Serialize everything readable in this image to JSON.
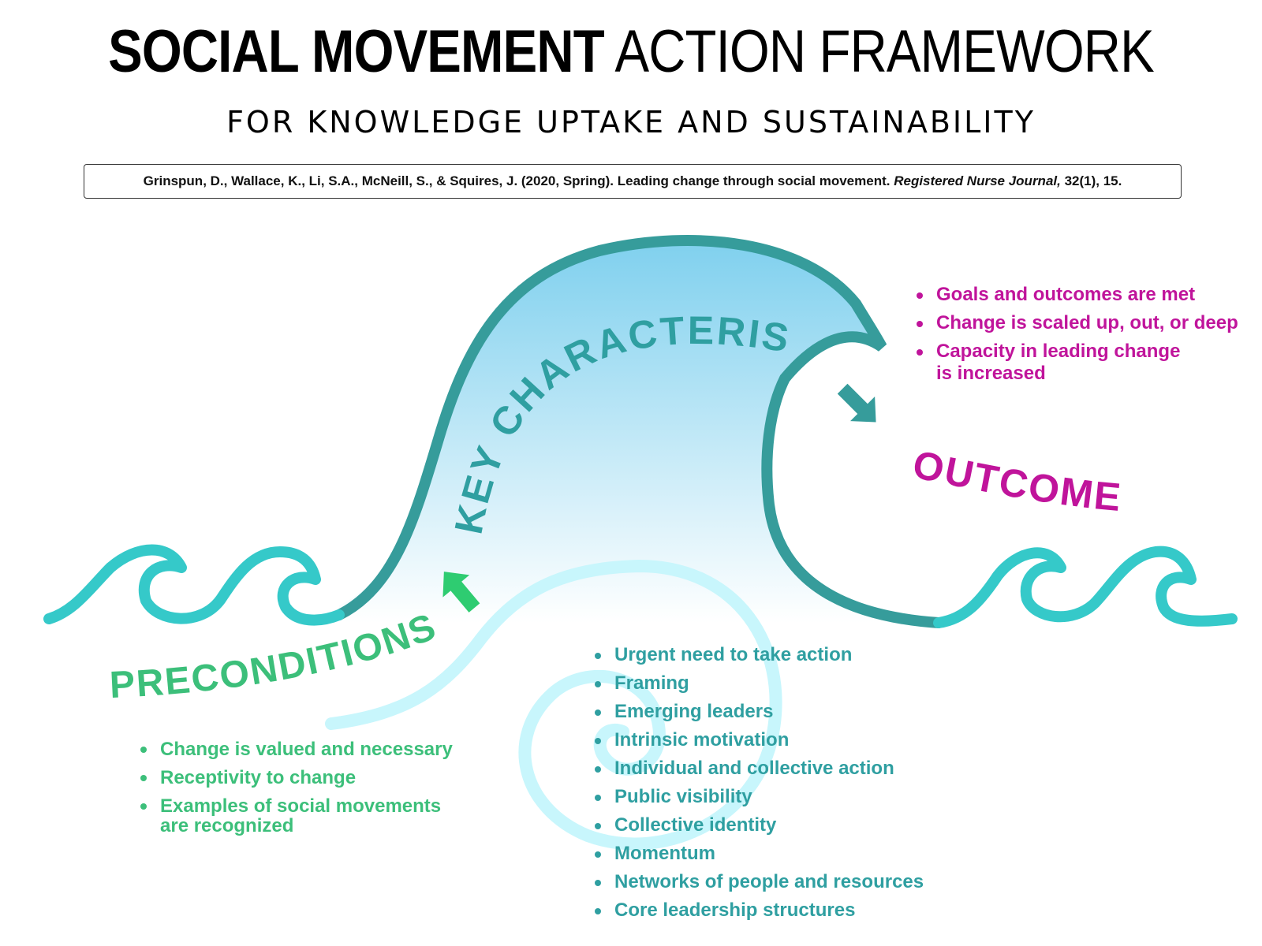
{
  "title": {
    "bold": "SOCIAL MOVEMENT",
    "light": "ACTION FRAMEWORK"
  },
  "subtitle": "FOR KNOWLEDGE UPTAKE AND SUSTAINABILITY",
  "citation": {
    "text": "Grinspun, D., Wallace, K., Li, S.A., McNeill, S., & Squires, J. (2020, Spring). Leading change through social movement.",
    "journal": "Registered Nurse Journal,",
    "suffix": "32(1), 15."
  },
  "sections": {
    "key_characteristics": {
      "label": "KEY CHARACTERISTICS",
      "items": [
        "Urgent need to take action",
        "Framing",
        "Emerging leaders",
        "Intrinsic motivation",
        "Individual and collective action",
        "Public visibility",
        "Collective identity",
        "Momentum",
        "Networks of people and resources",
        "Core leadership structures"
      ]
    },
    "outcomes": {
      "label": "OUTCOMES",
      "items": [
        "Goals and outcomes are met",
        "Change is scaled up, out, or deep",
        "Capacity in leading change\nis increased"
      ]
    },
    "preconditions": {
      "label": "PRECONDITIONS",
      "items": [
        "Change is valued and necessary",
        "Receptivity to change",
        "Examples of social movements\nare recognized"
      ]
    }
  },
  "colors": {
    "key_characteristics": "#2f9fa1",
    "wave_outline": "#369c9b",
    "small_waves": "#35c9c9",
    "spiral": "#c8f6fc",
    "wave_fill_top": "#7fd0ee",
    "outcomes": "#c0149b",
    "preconditions": "#3cbf7a"
  },
  "icons": {
    "preconditions_arrow": "arrow-up-right-icon",
    "outcomes_arrow": "arrow-down-right-icon"
  }
}
